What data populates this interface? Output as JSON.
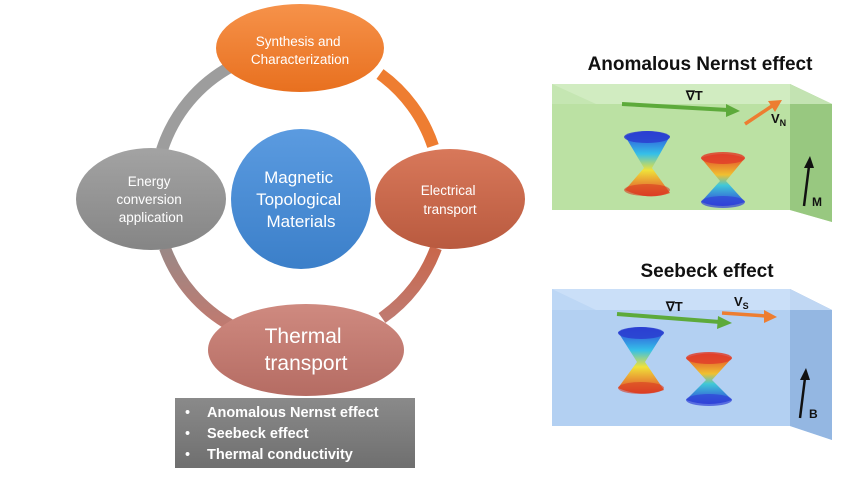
{
  "cycle": {
    "center": [
      "Magnetic",
      "Topological",
      "Materials"
    ],
    "nodes": {
      "top": [
        "Synthesis and",
        "Characterization"
      ],
      "right": [
        "Electrical",
        "transport"
      ],
      "bottom": [
        "Thermal",
        "transport"
      ],
      "left": [
        "Energy",
        "conversion",
        "application"
      ]
    }
  },
  "effects": {
    "items": [
      "Anomalous Nernst effect",
      "Seebeck effect",
      "Thermal conductivity"
    ]
  },
  "nernst_panel": {
    "title": "Anomalous Nernst effect",
    "gradient_label": "∇T",
    "voltage_label": "V",
    "voltage_sub": "N",
    "field_label": "M"
  },
  "seebeck_panel": {
    "title": "Seebeck effect",
    "gradient_label": "∇T",
    "voltage_label": "V",
    "voltage_sub": "S",
    "field_label": "B"
  },
  "colors": {
    "orange": "#ee7d31",
    "rust": "#c9674b",
    "salmon": "#c07a70",
    "gray": "#8f8f8f",
    "blue": "#4a8ed6",
    "green_box": "#b7dfa0",
    "blue_box": "#b3d1f3",
    "arrow_green": "#5daa3b",
    "arrow_orange": "#ed7d31"
  }
}
